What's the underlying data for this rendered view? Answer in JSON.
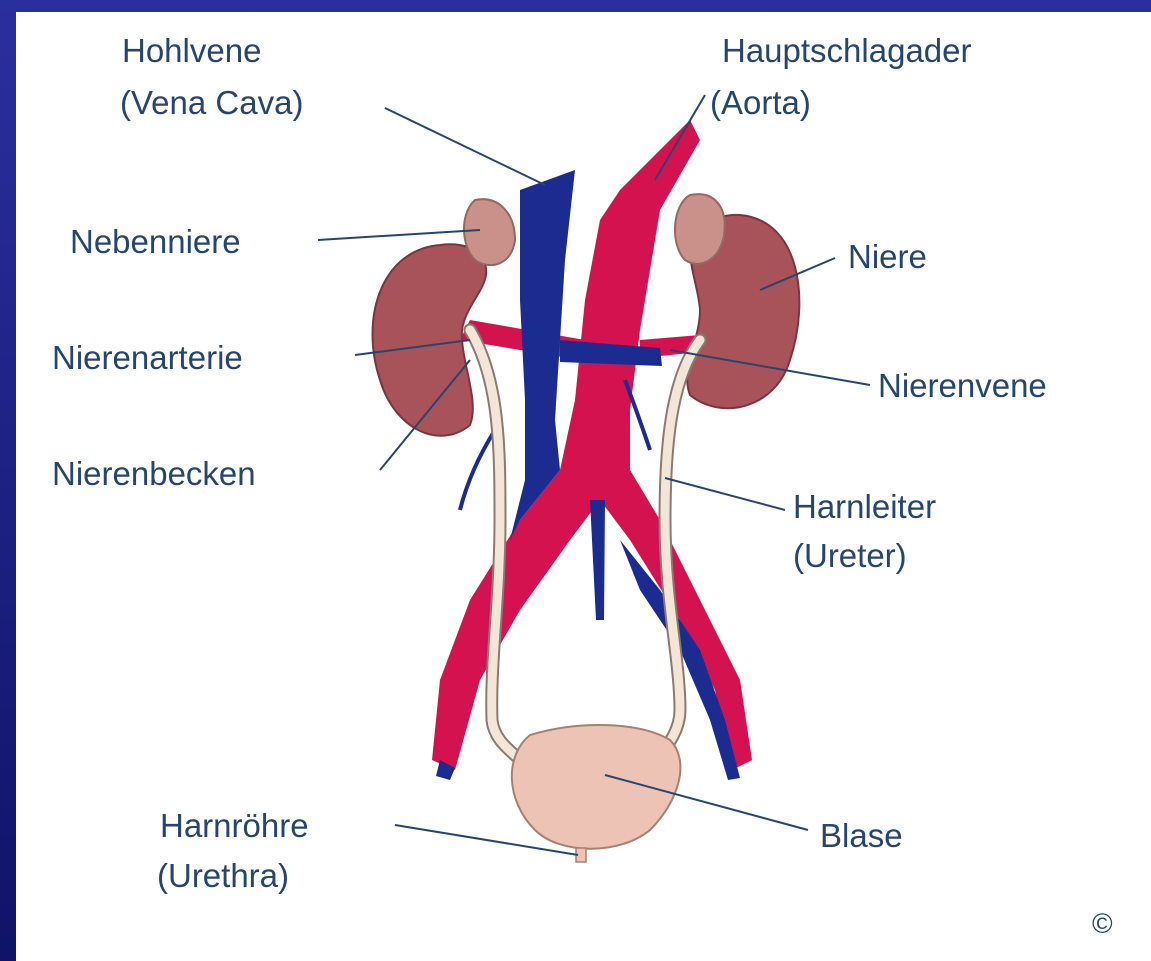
{
  "labels": {
    "hohlvene": "Hohlvene",
    "vena_cava": "(Vena Cava)",
    "hauptschlagader": "Hauptschlagader",
    "aorta": "(Aorta)",
    "nebenniere": "Nebenniere",
    "niere": "Niere",
    "nierenarterie": "Nierenarterie",
    "nierenvene": "Nierenvene",
    "nierenbecken": "Nierenbecken",
    "harnleiter": "Harnleiter",
    "ureter": "(Ureter)",
    "harnroehre": "Harnröhre",
    "urethra": "(Urethra)",
    "blase": "Blase",
    "copyright": "©"
  },
  "colors": {
    "frame": "#1b1f7a",
    "background": "#ffffff",
    "label_text": "#27466e",
    "leader_line": "#27466e",
    "artery": "#d4124f",
    "vein": "#1c2b8f",
    "kidney": "#a8525a",
    "adrenal": "#c99189",
    "ureter": "#f3e6d8",
    "bladder": "#ecc3b4"
  }
}
